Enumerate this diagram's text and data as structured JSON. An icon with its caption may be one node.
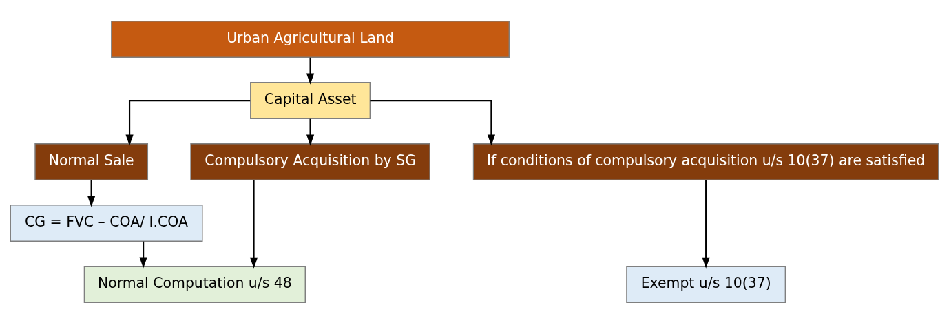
{
  "diagram": {
    "nodes": [
      {
        "text": [
          "Urban Agricultural Land"
        ]
      },
      {
        "text": [
          "Capital Asset"
        ]
      },
      {
        "text": [
          "Normal Sale"
        ]
      },
      {
        "text": [
          "Compulsory Acquisition by SG"
        ]
      },
      {
        "text": [
          "If conditions of compulsory acquisition u/s 10(37) are satisfied"
        ]
      },
      {
        "text": [
          "CG = FVC – COA/ I.COA"
        ]
      },
      {
        "text": [
          "Normal Computation u/s 48"
        ]
      },
      {
        "text": [
          "Exempt u/s 10(37)"
        ]
      }
    ],
    "edges": [
      {
        "from": 0,
        "to": 1,
        "arrow": "to"
      },
      {
        "from": 1,
        "to": 2,
        "arrow": "to"
      },
      {
        "from": 1,
        "to": 3,
        "arrow": "to"
      },
      {
        "from": 1,
        "to": 4,
        "arrow": "to"
      },
      {
        "from": 2,
        "to": 5,
        "arrow": "to"
      },
      {
        "from": 5,
        "to": 6,
        "arrow": "to"
      },
      {
        "from": 3,
        "to": 6,
        "arrow": "to"
      },
      {
        "from": 4,
        "to": 7,
        "arrow": "to"
      }
    ]
  }
}
